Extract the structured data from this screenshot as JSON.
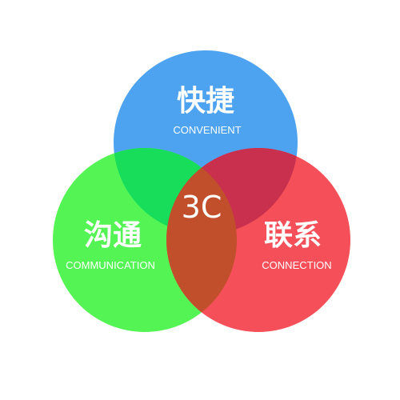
{
  "diagram": {
    "center_label": "3C",
    "circles": [
      {
        "title": "快捷",
        "subtitle": "CONVENIENT",
        "color": "#4da3f0"
      },
      {
        "title": "沟通",
        "subtitle": "COMMUNICATION",
        "color": "#55f455"
      },
      {
        "title": "联系",
        "subtitle": "CONNECTION",
        "color": "#f55059"
      }
    ],
    "overlap_colors": {
      "top_left": "#18dd5b",
      "top_right": "#c8304e",
      "bottom": "#c24f2c",
      "center": "#c24f2c"
    }
  }
}
